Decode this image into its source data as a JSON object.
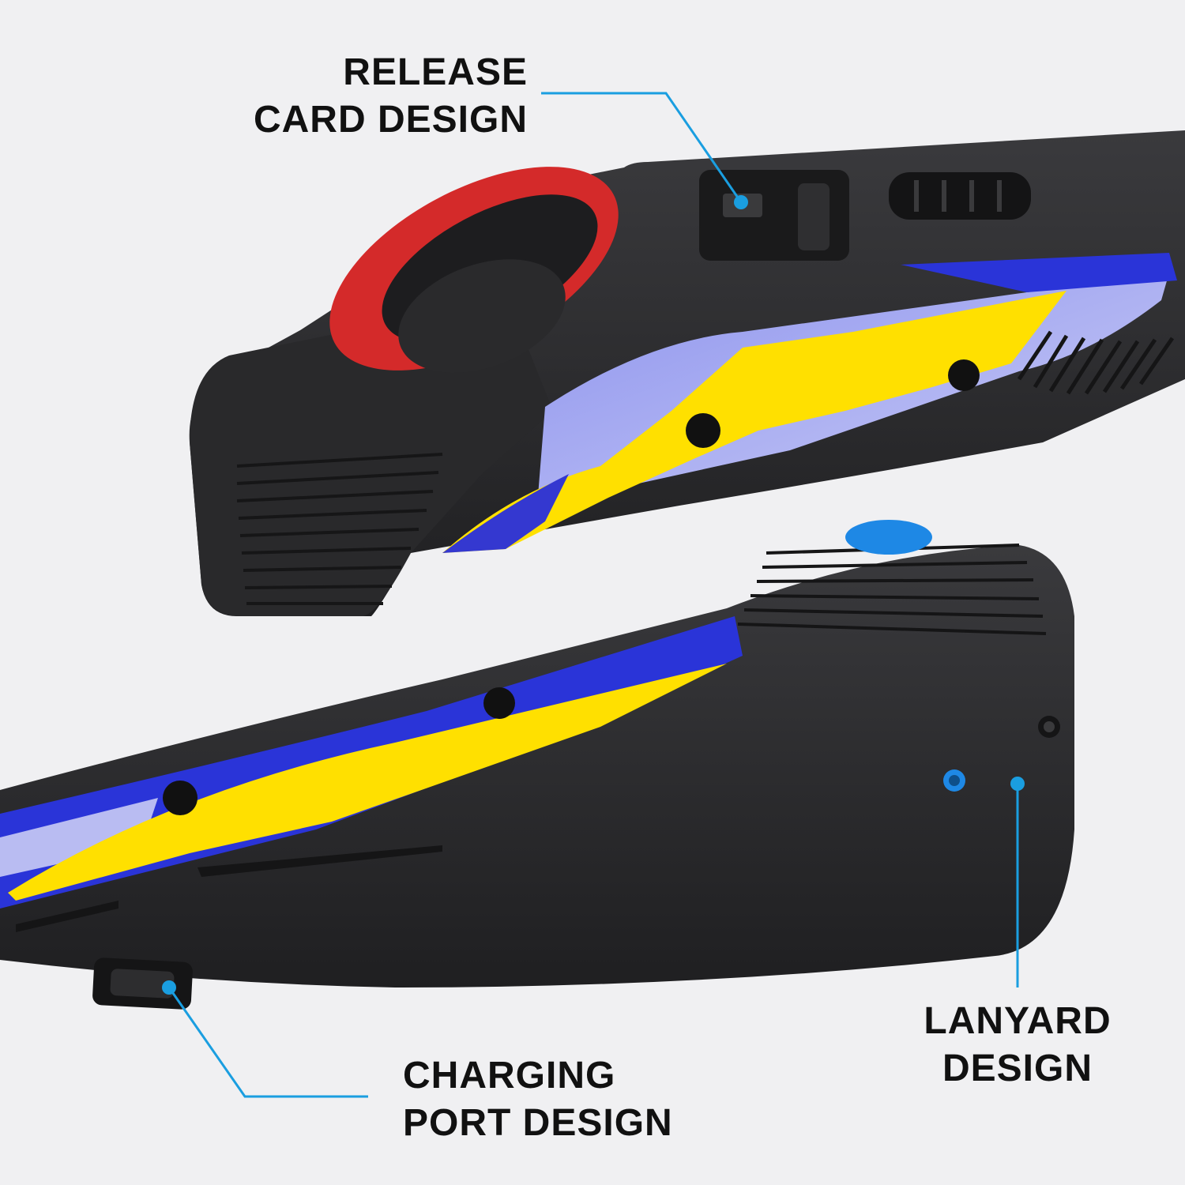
{
  "accent_color": "#1a9ee0",
  "callouts": {
    "release": {
      "line1": "RELEASE",
      "line2": "CARD DESIGN"
    },
    "lanyard": {
      "line1": "LANYARD",
      "line2": "DESIGN"
    },
    "charging": {
      "line1": "CHARGING",
      "line2": "PORT DESIGN"
    }
  },
  "palette": {
    "case": "#2c2c2e",
    "screen_blue": "#2233cc",
    "stripe_yellow": "#ffe000",
    "kickstand_red": "#d42a2a",
    "thumbstick_blue": "#1e88e5"
  }
}
